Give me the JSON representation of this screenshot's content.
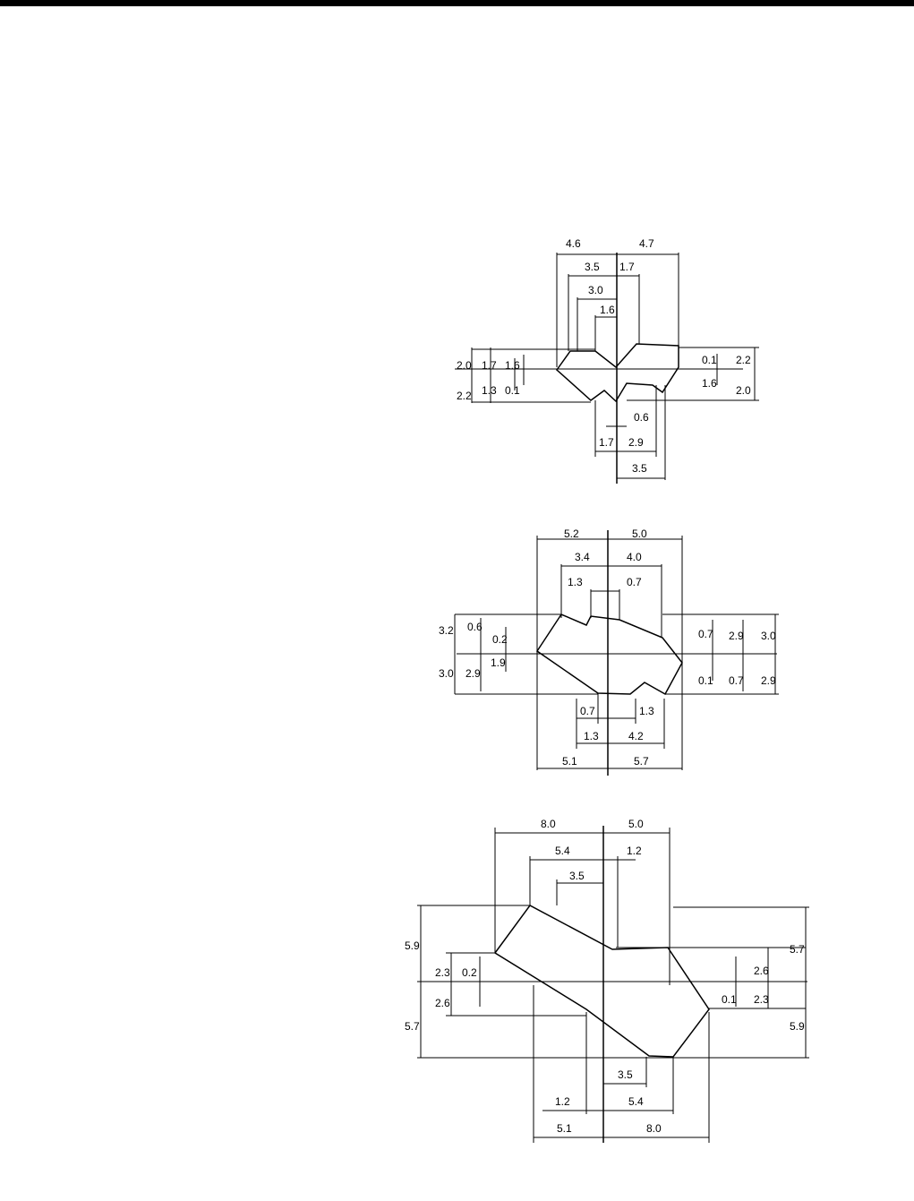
{
  "diagram_1": {
    "labels": [
      "4.6",
      "4.7",
      "3.5",
      "1.7",
      "3.0",
      "1.6",
      "2.2",
      "2.0",
      "1.7",
      "1.6",
      "1.3",
      "0.1",
      "0.1",
      "2.2",
      "1.6",
      "2.0",
      "0.6",
      "1.7",
      "2.9",
      "3.5"
    ]
  },
  "diagram_2": {
    "labels": [
      "5.2",
      "5.0",
      "3.4",
      "4.0",
      "1.3",
      "0.7",
      "3.2",
      "0.6",
      "0.2",
      "3.0",
      "2.9",
      "1.9",
      "0.7",
      "2.9",
      "3.0",
      "0.1",
      "0.7",
      "2.9",
      "0.7",
      "1.3",
      "1.3",
      "4.2",
      "5.1",
      "5.7"
    ]
  },
  "diagram_3": {
    "labels": [
      "8.0",
      "5.0",
      "5.4",
      "1.2",
      "3.5",
      "5.9",
      "2.3",
      "0.2",
      "2.6",
      "5.7",
      "2.6",
      "0.1",
      "2.3",
      "5.7",
      "5.9",
      "3.5",
      "1.2",
      "5.4",
      "5.1",
      "8.0"
    ]
  }
}
